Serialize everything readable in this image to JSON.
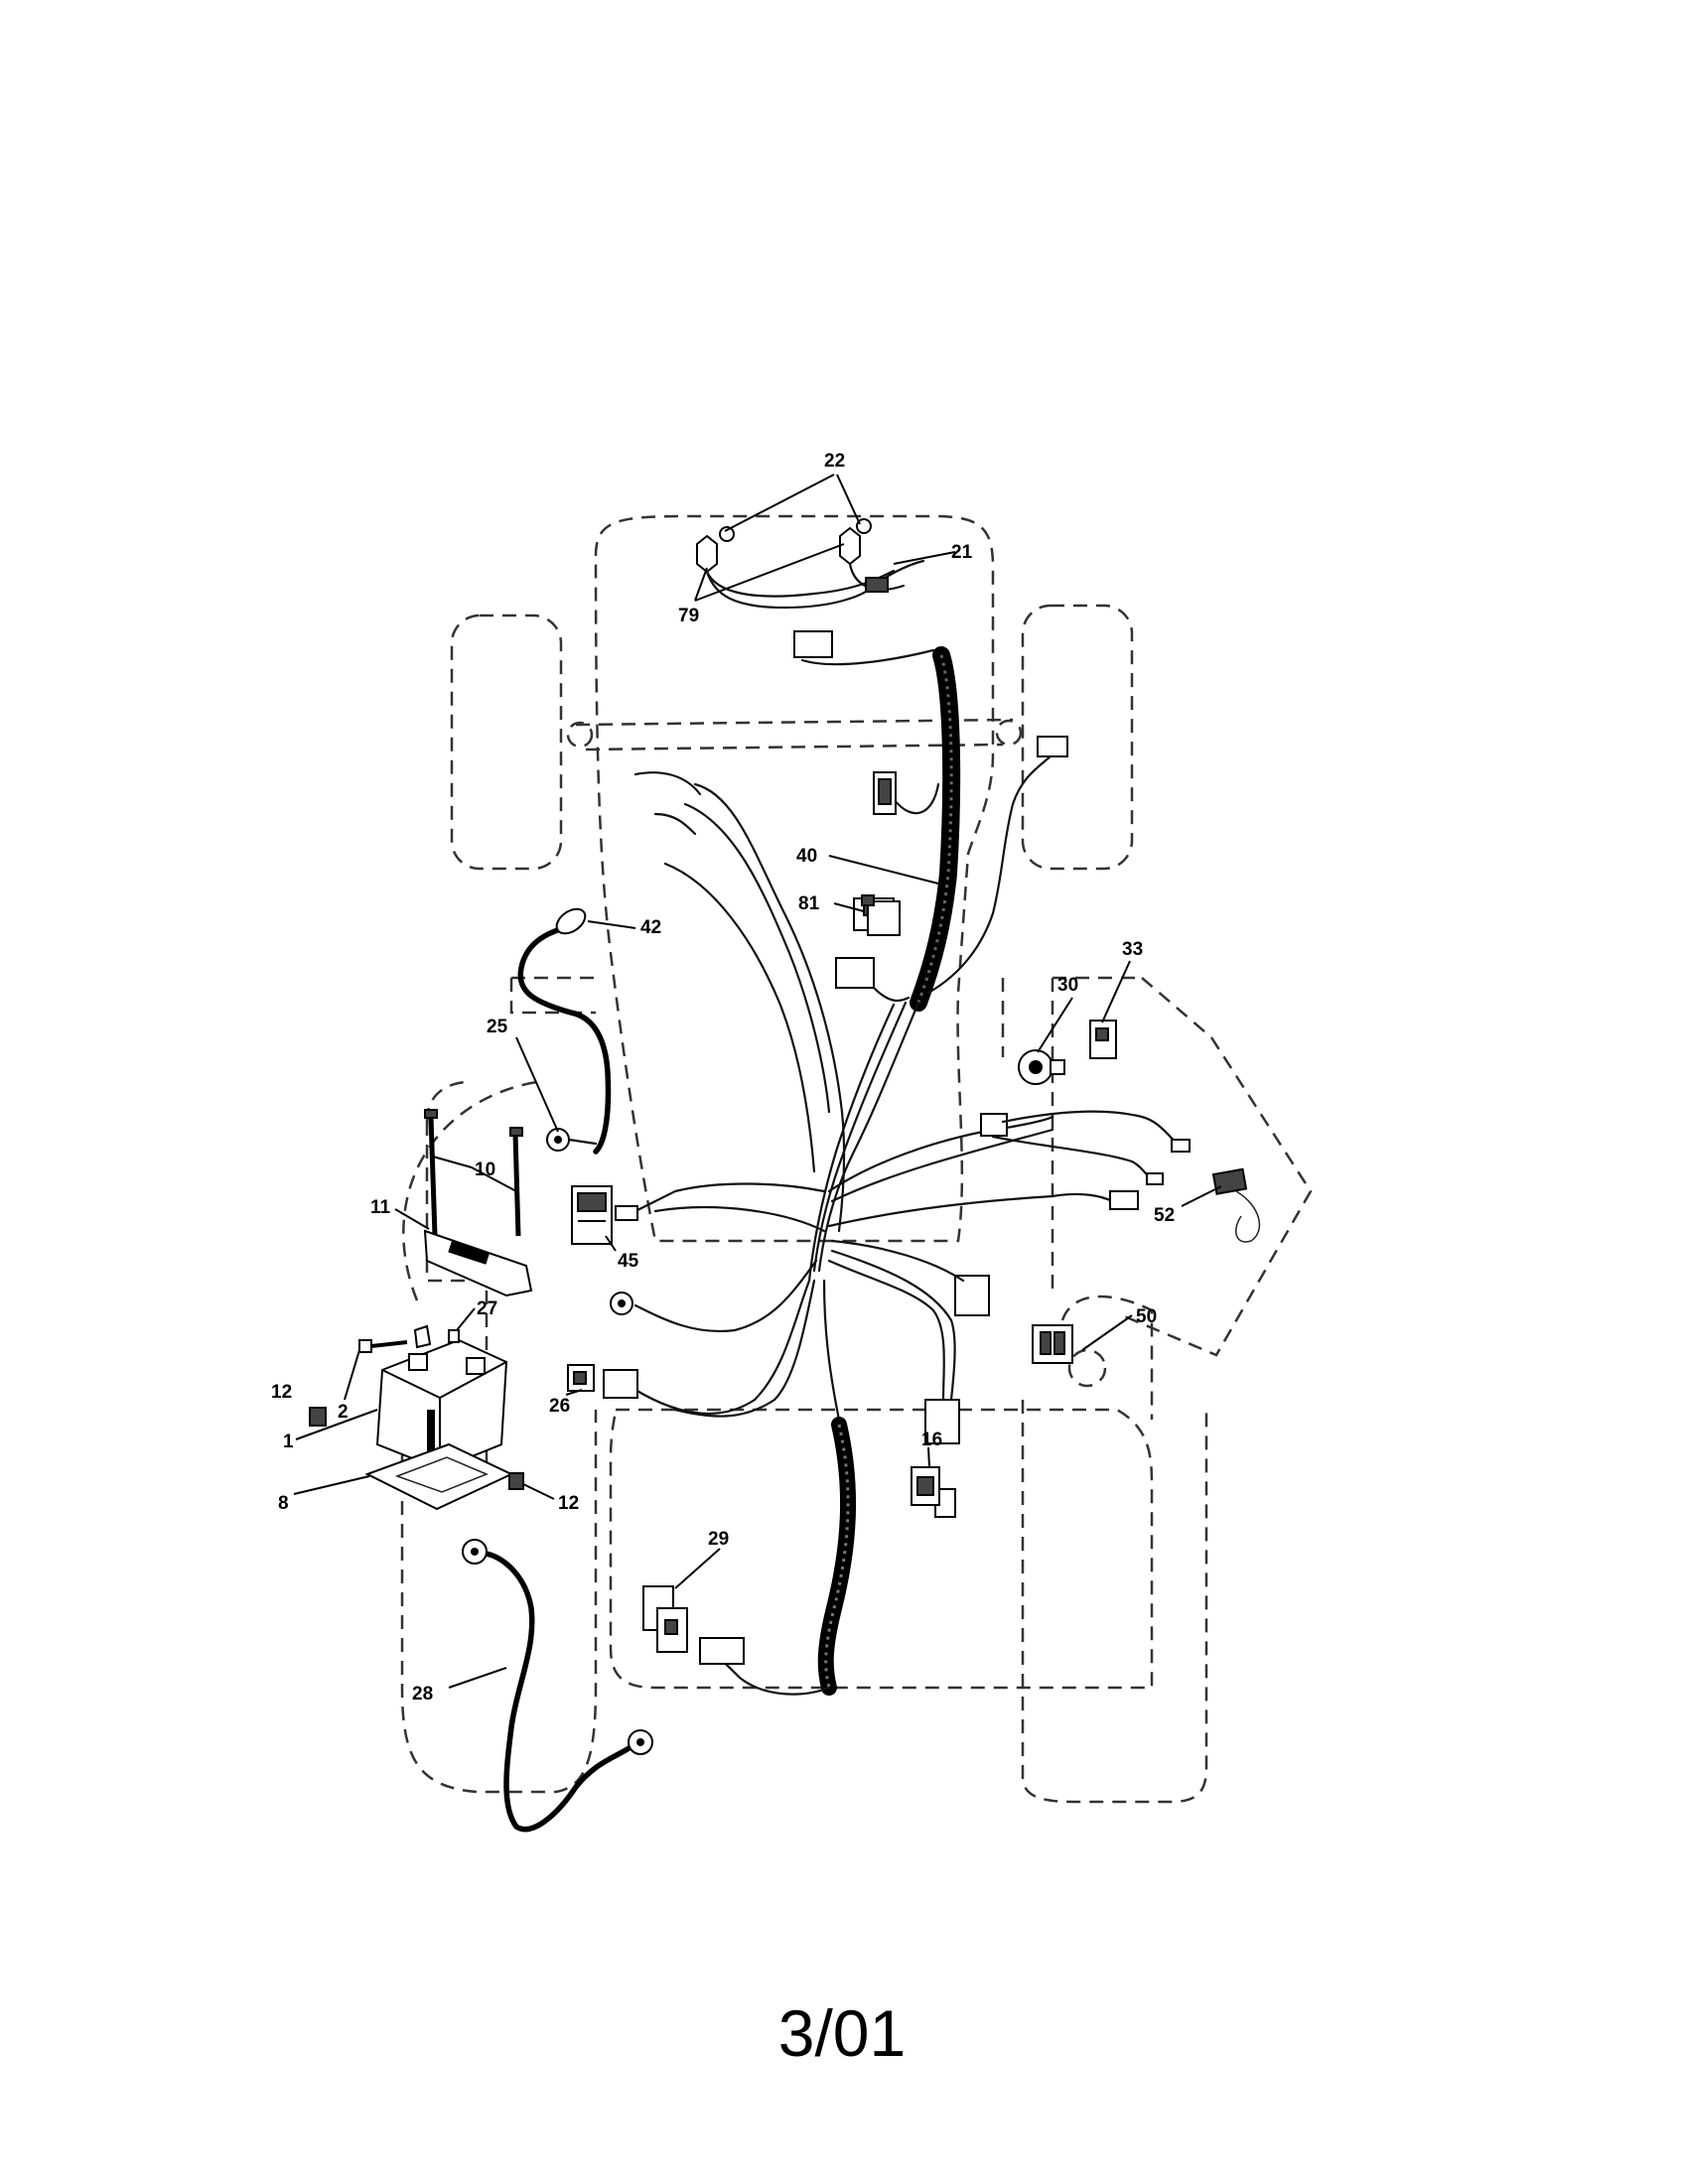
{
  "diagram": {
    "callouts": [
      {
        "id": "22",
        "text": "22"
      },
      {
        "id": "21",
        "text": "21"
      },
      {
        "id": "79",
        "text": "79"
      },
      {
        "id": "40",
        "text": "40"
      },
      {
        "id": "81",
        "text": "81"
      },
      {
        "id": "42",
        "text": "42"
      },
      {
        "id": "33",
        "text": "33"
      },
      {
        "id": "30",
        "text": "30"
      },
      {
        "id": "25",
        "text": "25"
      },
      {
        "id": "10",
        "text": "10"
      },
      {
        "id": "11",
        "text": "11"
      },
      {
        "id": "45",
        "text": "45"
      },
      {
        "id": "52",
        "text": "52"
      },
      {
        "id": "27",
        "text": "27"
      },
      {
        "id": "50",
        "text": "50"
      },
      {
        "id": "12a",
        "text": "12"
      },
      {
        "id": "2",
        "text": "2"
      },
      {
        "id": "26",
        "text": "26"
      },
      {
        "id": "1",
        "text": "1"
      },
      {
        "id": "16",
        "text": "16"
      },
      {
        "id": "8",
        "text": "8"
      },
      {
        "id": "12b",
        "text": "12"
      },
      {
        "id": "29",
        "text": "29"
      },
      {
        "id": "28",
        "text": "28"
      }
    ]
  },
  "footer": {
    "date_code": "3/01"
  }
}
